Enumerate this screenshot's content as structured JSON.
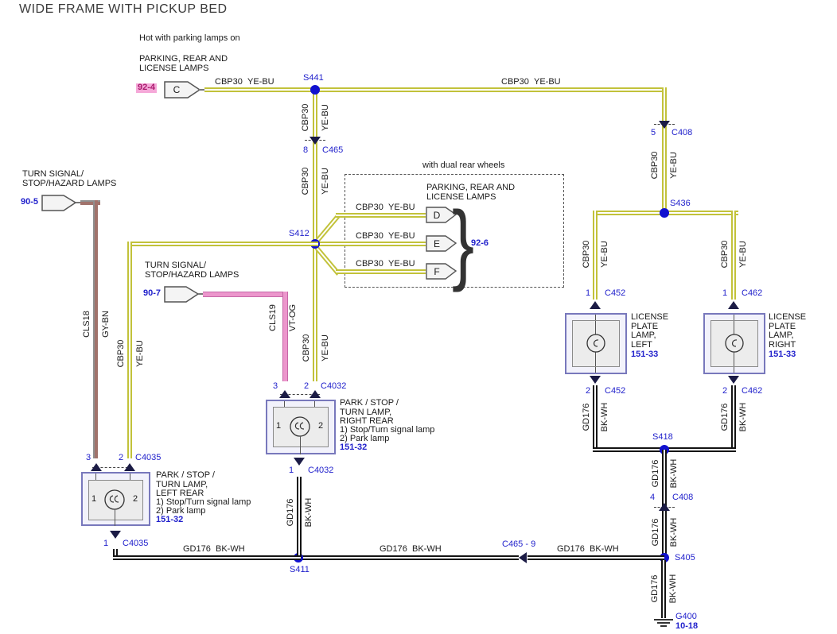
{
  "title": "WIDE FRAME WITH PICKUP BED",
  "colors": {
    "wire_yellow": "#c2c23a",
    "wire_pink": "#ec96cc",
    "wire_gray_brown": "#a1736c",
    "wire_black": "#131313",
    "splice_blue": "#1111d0",
    "label_blue": "#2222cc",
    "ref_magenta": "#aa1a6e",
    "ref_magenta_bg": "#f5a8d8",
    "lamp_box_border": "#7878bc"
  },
  "power_feed": {
    "hot_note": "Hot with parking lamps on",
    "label": "PARKING, REAR AND\nLICENSE LAMPS",
    "page_ref": "92-4",
    "connector": "C"
  },
  "wire_labels": {
    "cbp30": "CBP30",
    "yebu": "YE-BU",
    "cls18": "CLS18",
    "gybn": "GY-BN",
    "cls19": "CLS19",
    "vtog": "VT-OG",
    "gd176": "GD176",
    "bkwh": "BK-WH"
  },
  "splices": {
    "s441": "S441",
    "s412": "S412",
    "s436": "S436",
    "s418": "S418",
    "s405": "S405",
    "s411": "S411"
  },
  "connectors": {
    "c465_in": {
      "pin": "8",
      "name": "C465"
    },
    "c408_in": {
      "pin": "5",
      "name": "C408"
    },
    "c452_top": {
      "pin": "1",
      "name": "C452"
    },
    "c462_top": {
      "pin": "1",
      "name": "C462"
    },
    "c452_bot": {
      "pin": "2",
      "name": "C452"
    },
    "c462_bot": {
      "pin": "2",
      "name": "C462"
    },
    "c408_gnd": {
      "pin": "4",
      "name": "C408"
    },
    "c4032_top": {
      "pin_a": "3",
      "pin_b": "2",
      "name": "C4032"
    },
    "c4032_bot": {
      "pin": "1",
      "name": "C4032"
    },
    "c4035_top": {
      "pin_a": "3",
      "pin_b": "2",
      "name": "C4035"
    },
    "c4035_bot": {
      "pin": "1",
      "name": "C4035"
    },
    "c465_inline": "C465 - 9"
  },
  "turn_signal_left": {
    "label": "TURN SIGNAL/\nSTOP/HAZARD LAMPS",
    "page_ref": "90-5"
  },
  "turn_signal_right": {
    "label": "TURN SIGNAL/\nSTOP/HAZARD LAMPS",
    "page_ref": "90-7"
  },
  "dual_box": {
    "note": "with dual rear wheels",
    "label": "PARKING, REAR AND\nLICENSE LAMPS",
    "connectors": [
      {
        "label": "D"
      },
      {
        "label": "E"
      },
      {
        "label": "F"
      }
    ],
    "brace": "}",
    "page_ref": "92-6"
  },
  "license_left": {
    "label": "LICENSE\nPLATE\nLAMP,\nLEFT",
    "page_ref": "151-33"
  },
  "license_right": {
    "label": "LICENSE\nPLATE\nLAMP,\nRIGHT",
    "page_ref": "151-33"
  },
  "lamp_right_rear": {
    "label": "PARK / STOP /\nTURN LAMP,\nRIGHT REAR",
    "note1": "1) Stop/Turn signal lamp",
    "note2": "2) Park lamp",
    "page_ref": "151-32",
    "pin_left": "1",
    "pin_right": "2"
  },
  "lamp_left_rear": {
    "label": "PARK / STOP /\nTURN LAMP,\nLEFT REAR",
    "note1": "1) Stop/Turn signal lamp",
    "note2": "2) Park lamp",
    "page_ref": "151-32",
    "pin_left": "1",
    "pin_right": "2"
  },
  "ground": {
    "name": "G400",
    "page_ref": "10-18"
  }
}
